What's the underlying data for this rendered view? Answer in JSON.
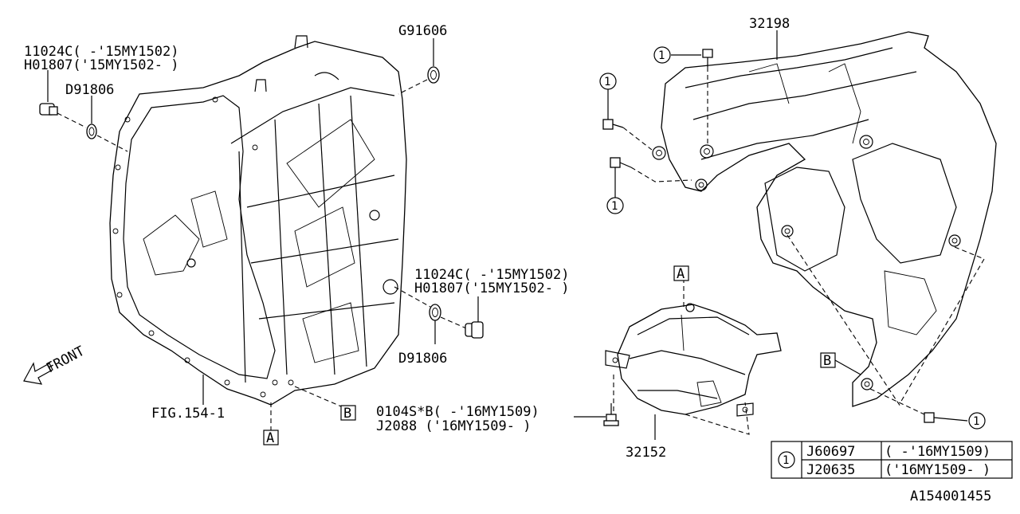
{
  "diagram": {
    "figure_id": "A154001455",
    "front_label": "FRONT",
    "callouts": {
      "drain_plug_top_a": "11024C( -'15MY1502)",
      "drain_plug_top_b": "H01807('15MY1502- )",
      "gasket_top_left": "D91806",
      "gasket_top_right": "G91606",
      "drain_plug_mid_a": "11024C( -'15MY1502)",
      "drain_plug_mid_b": "H01807('15MY1502- )",
      "gasket_mid": "D91806",
      "fig_ref": "FIG.154-1",
      "bolt_a": "0104S*B( -'16MY1509)",
      "bolt_b": "J2088 ('16MY1509- )",
      "cover_upper": "32198",
      "cover_lower": "32152"
    },
    "ref_markers": {
      "a": "A",
      "b": "B",
      "circle_one": "1"
    },
    "legend": {
      "marker": "1",
      "rows": [
        {
          "part": "J60697",
          "range": "( -'16MY1509)"
        },
        {
          "part": "J20635",
          "range": "('16MY1509- )"
        }
      ]
    }
  }
}
